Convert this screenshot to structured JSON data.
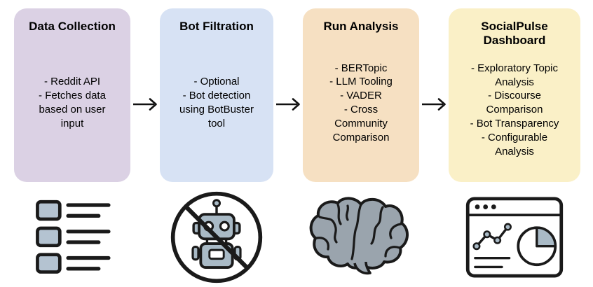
{
  "diagram": {
    "background": "#FFFFFF",
    "text_color": "#000000",
    "arrow_color": "#111111",
    "stages": [
      {
        "title": "Data Collection",
        "body": "- Reddit API\n- Fetches data\nbased on user\ninput",
        "color": "#DBD1E4",
        "icon": "list-icon"
      },
      {
        "title": "Bot Filtration",
        "body": "- Optional\n- Bot detection\nusing BotBuster\ntool",
        "color": "#D7E2F4",
        "icon": "no-bots-icon"
      },
      {
        "title": "Run Analysis",
        "body": "- BERTopic\n- LLM Tooling\n- VADER\n- Cross\nCommunity\nComparison",
        "color": "#F6E0C2",
        "icon": "brain-icon"
      },
      {
        "title": "SocialPulse\nDashboard",
        "body": "- Exploratory Topic\nAnalysis\n- Discourse\nComparison\n- Bot Transparency\n- Configurable\nAnalysis",
        "color": "#FAF0C7",
        "icon": "dashboard-icon"
      }
    ]
  }
}
